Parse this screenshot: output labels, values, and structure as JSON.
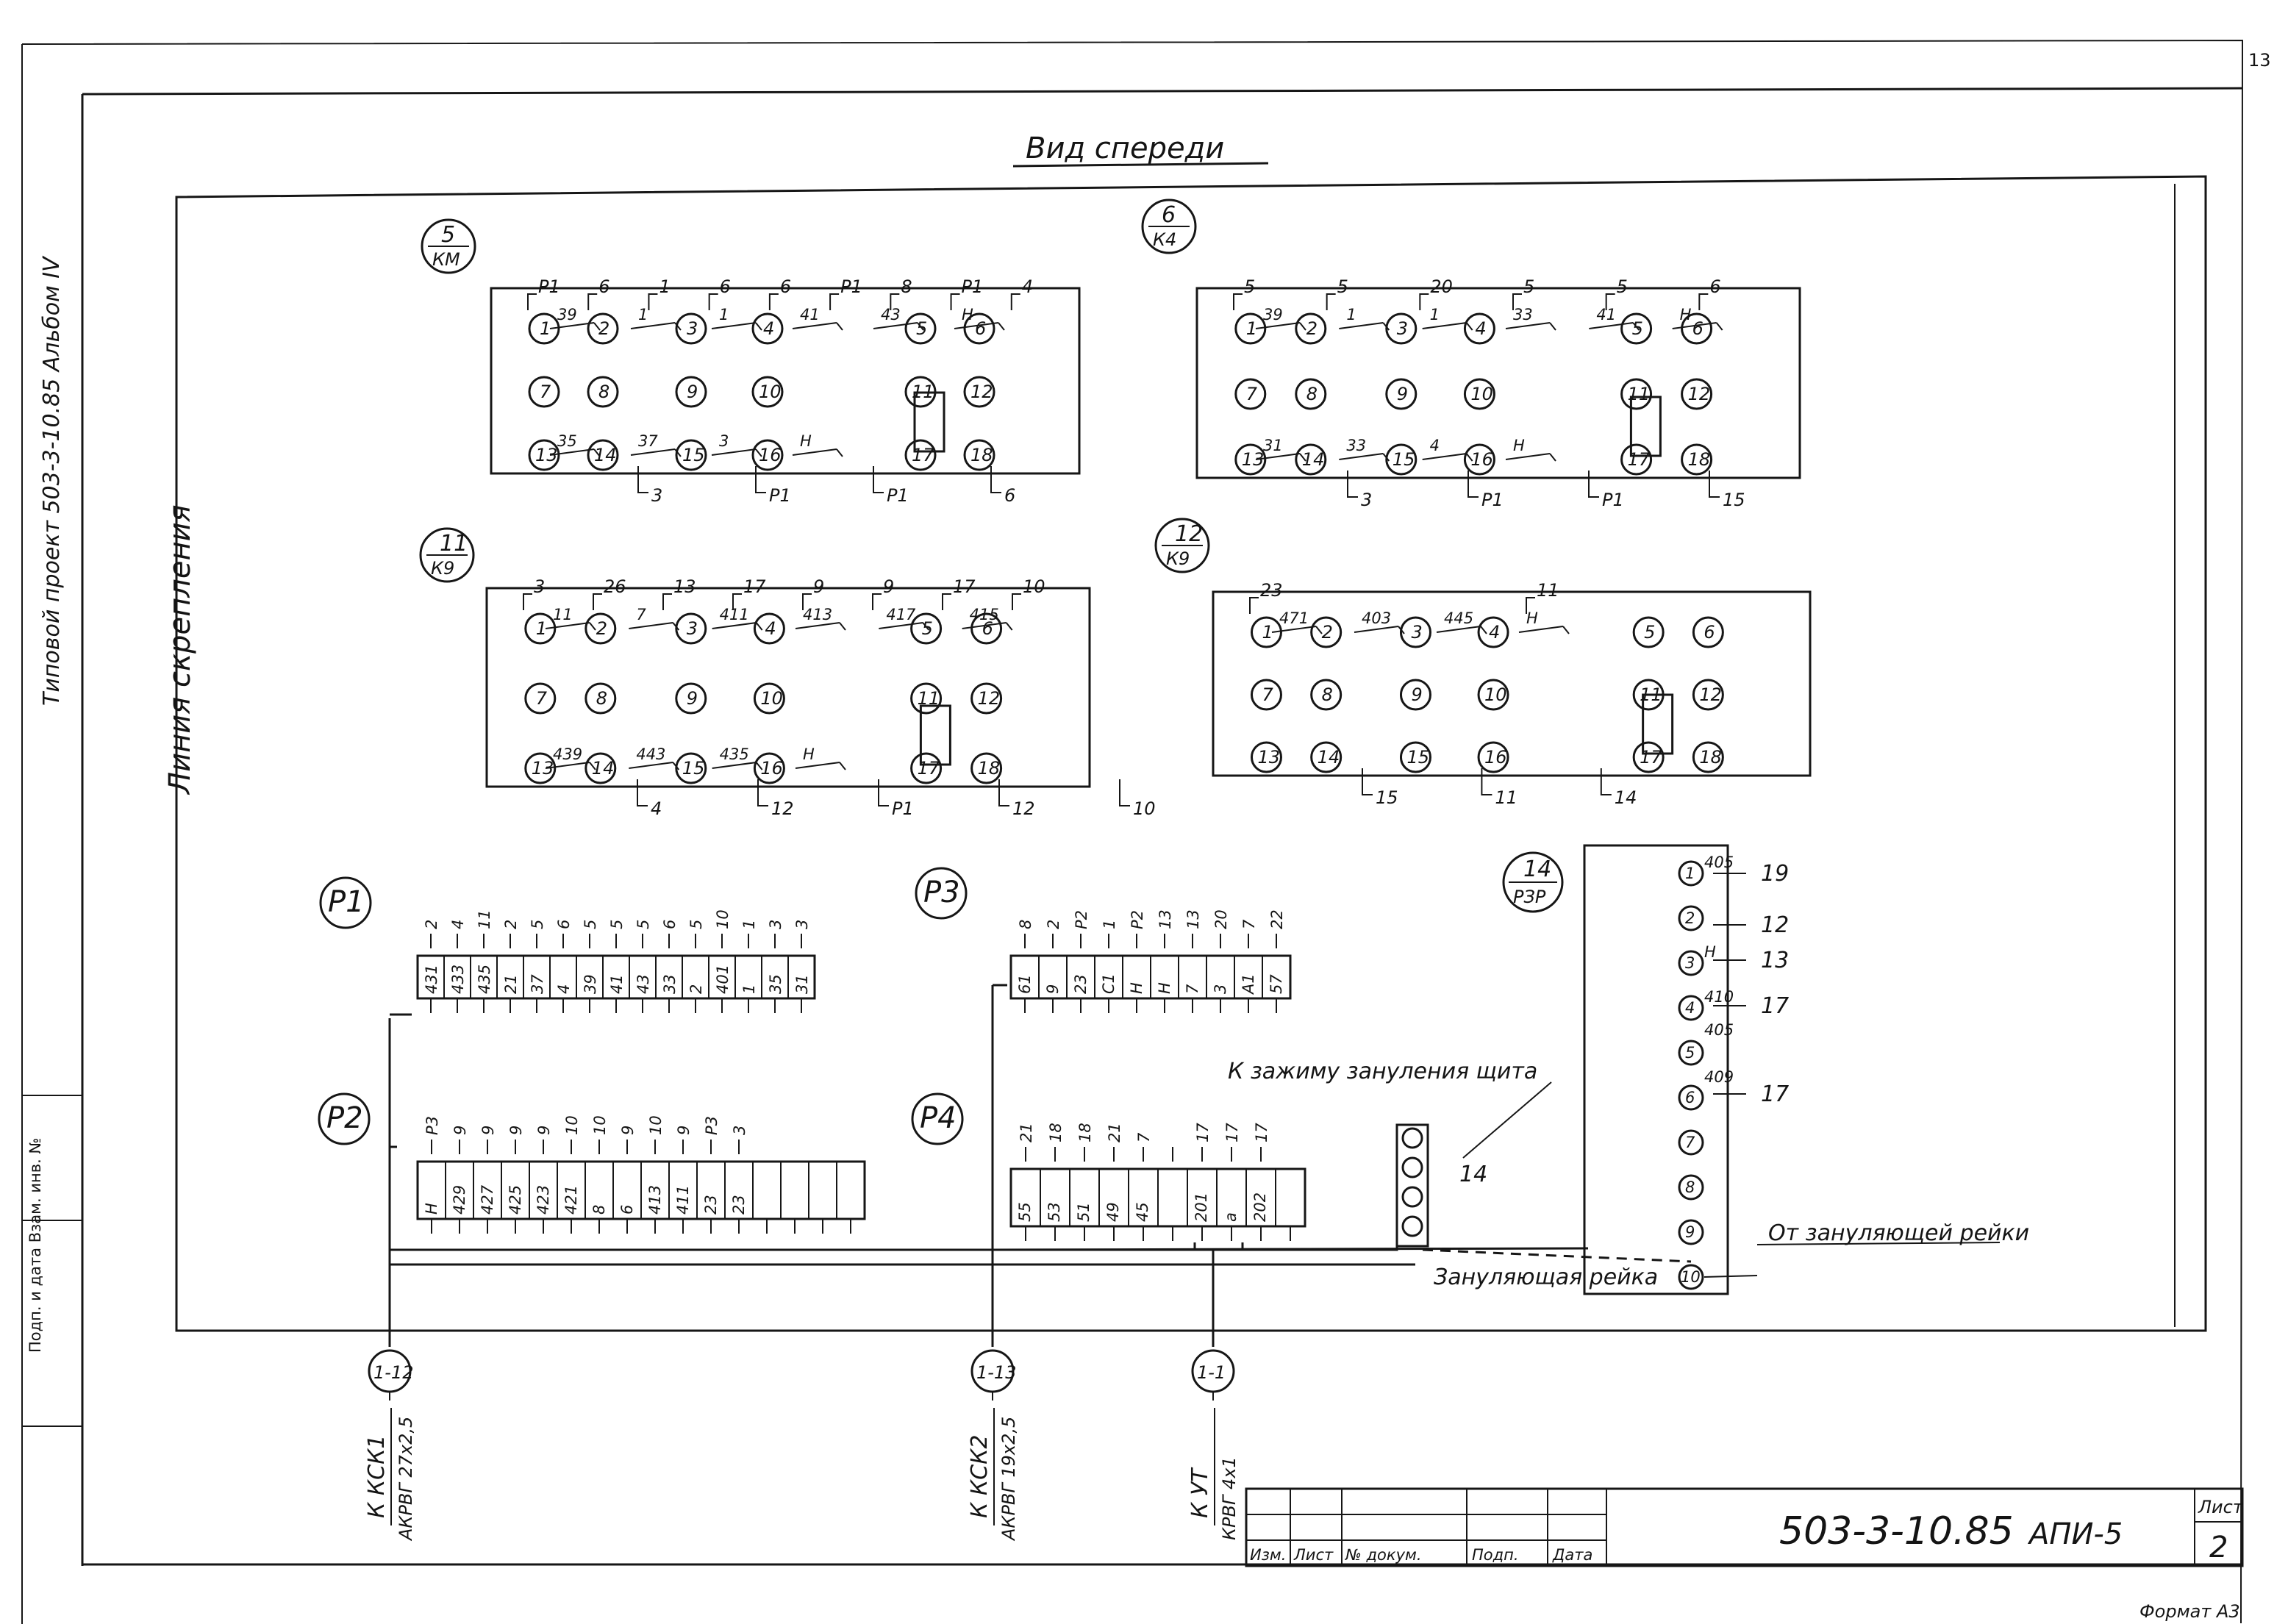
{
  "sheet": {
    "title": "Вид спереди",
    "doc_code": "503-3-10.85",
    "doc_sheet": "АПИ-5",
    "sheet_label": "Лист",
    "sheet_no": "2",
    "format_note": "Формат А3",
    "corner_no": "13",
    "margin_vertical": "Типовой проект 503-3-10.85 Альбом IV",
    "margin_binding": "Линия скрепления",
    "margin_left_strip": "Подп. и дата  Взам. инв. №"
  },
  "relays": [
    {
      "id": "5",
      "type": "КМ",
      "top_row": [
        "1",
        "2",
        "3",
        "4",
        "5",
        "6"
      ],
      "mid_row": [
        "7",
        "8",
        "9",
        "10",
        "11",
        "12"
      ],
      "bot_row": [
        "13",
        "14",
        "15",
        "16",
        "17",
        "18"
      ],
      "top_tags": [
        "Р1",
        "6",
        "1",
        "6",
        "6",
        "Р1",
        "8",
        "Р1",
        "4"
      ],
      "link_labels": [
        "39",
        "1",
        "1",
        "41",
        "43",
        "Н",
        "35",
        "37",
        "3",
        "Н"
      ],
      "bottom_tags": [
        "3",
        "Р1",
        "Р1",
        "6"
      ]
    },
    {
      "id": "6",
      "type": "К4",
      "top_row": [
        "1",
        "2",
        "3",
        "4",
        "5",
        "6"
      ],
      "mid_row": [
        "7",
        "8",
        "9",
        "10",
        "11",
        "12"
      ],
      "bot_row": [
        "13",
        "14",
        "15",
        "16",
        "17",
        "18"
      ],
      "top_tags": [
        "5",
        "5",
        "20",
        "5",
        "5",
        "6"
      ],
      "link_labels": [
        "39",
        "1",
        "1",
        "33",
        "41",
        "Н",
        "31",
        "33",
        "4",
        "Н"
      ],
      "bottom_tags": [
        "3",
        "Р1",
        "Р1",
        "15"
      ]
    },
    {
      "id": "11",
      "type": "К9",
      "top_row": [
        "1",
        "2",
        "3",
        "4",
        "5",
        "6"
      ],
      "mid_row": [
        "7",
        "8",
        "9",
        "10",
        "11",
        "12"
      ],
      "bot_row": [
        "13",
        "14",
        "15",
        "16",
        "17",
        "18"
      ],
      "top_tags": [
        "3",
        "26",
        "13",
        "17",
        "9",
        "9",
        "17",
        "10"
      ],
      "link_labels": [
        "11",
        "7",
        "411",
        "413",
        "417",
        "415",
        "439",
        "443",
        "435",
        "Н"
      ],
      "bottom_tags": [
        "4",
        "12",
        "Р1",
        "12",
        "10"
      ]
    },
    {
      "id": "12",
      "type": "К9",
      "top_row": [
        "1",
        "2",
        "3",
        "4",
        "5",
        "6"
      ],
      "mid_row": [
        "7",
        "8",
        "9",
        "10",
        "11",
        "12"
      ],
      "bot_row": [
        "13",
        "14",
        "15",
        "16",
        "17",
        "18"
      ],
      "top_tags": [
        "23",
        "11"
      ],
      "link_labels": [
        "471",
        "403",
        "445",
        "Н"
      ],
      "bottom_tags": [
        "15",
        "11",
        "14"
      ]
    }
  ],
  "terminal_blocks": [
    {
      "id": "Р1",
      "markings": [
        "431",
        "433",
        "435",
        "21",
        "37",
        "4",
        "39",
        "41",
        "43",
        "33",
        "2",
        "401",
        "1",
        "35",
        "31"
      ],
      "wires": [
        "2",
        "4",
        "11",
        "2",
        "5",
        "6",
        "5",
        "5",
        "5",
        "6",
        "5",
        "10",
        "1",
        "3",
        "3"
      ]
    },
    {
      "id": "Р2",
      "markings": [
        "Н",
        "429",
        "427",
        "425",
        "423",
        "421",
        "8",
        "6",
        "413",
        "411",
        "23",
        "23",
        "",
        "",
        "",
        ""
      ],
      "wires": [
        "Р3",
        "9",
        "9",
        "9",
        "9",
        "10",
        "10",
        "9",
        "10",
        "9",
        "Р3",
        "3"
      ]
    },
    {
      "id": "Р3",
      "markings": [
        "61",
        "9",
        "23",
        "С1",
        "Н",
        "Н",
        "7",
        "3",
        "А1",
        "57"
      ],
      "wires": [
        "8",
        "2",
        "Р2",
        "1",
        "Р2",
        "13",
        "13",
        "20",
        "7",
        "22"
      ]
    },
    {
      "id": "Р4",
      "markings": [
        "55",
        "53",
        "51",
        "49",
        "45",
        "",
        "201",
        "а",
        "202",
        ""
      ],
      "wires": [
        "21",
        "18",
        "18",
        "21",
        "7",
        "",
        "17",
        "17",
        "17"
      ]
    }
  ],
  "connector_14": {
    "id": "14",
    "type": "РЗР",
    "terminals": [
      "1",
      "2",
      "3",
      "4",
      "5",
      "6",
      "7",
      "8",
      "9",
      "10"
    ],
    "pin_marks": [
      "405",
      "Н",
      "410",
      "405",
      "409"
    ],
    "wires": [
      "19",
      "12",
      "13",
      "17",
      "17"
    ]
  },
  "ground_bar": {
    "terminal_label": "14",
    "caption": "Зануляющая рейка"
  },
  "notes": {
    "to_clamp": "К зажиму зануления щита",
    "from_bar": "От зануляющей рейки"
  },
  "cables": [
    {
      "id": "1-12",
      "dest": "К КСК1",
      "spec": "АКРВГ 27х2,5"
    },
    {
      "id": "1-13",
      "dest": "К КСК2",
      "spec": "АКРВГ 19х2,5"
    },
    {
      "id": "1-1",
      "dest": "К УТ",
      "spec": "КРВГ 4х1"
    }
  ],
  "title_block": {
    "headers": [
      "Изм.",
      "Лист",
      "№ докум.",
      "Подп.",
      "Дата"
    ]
  }
}
